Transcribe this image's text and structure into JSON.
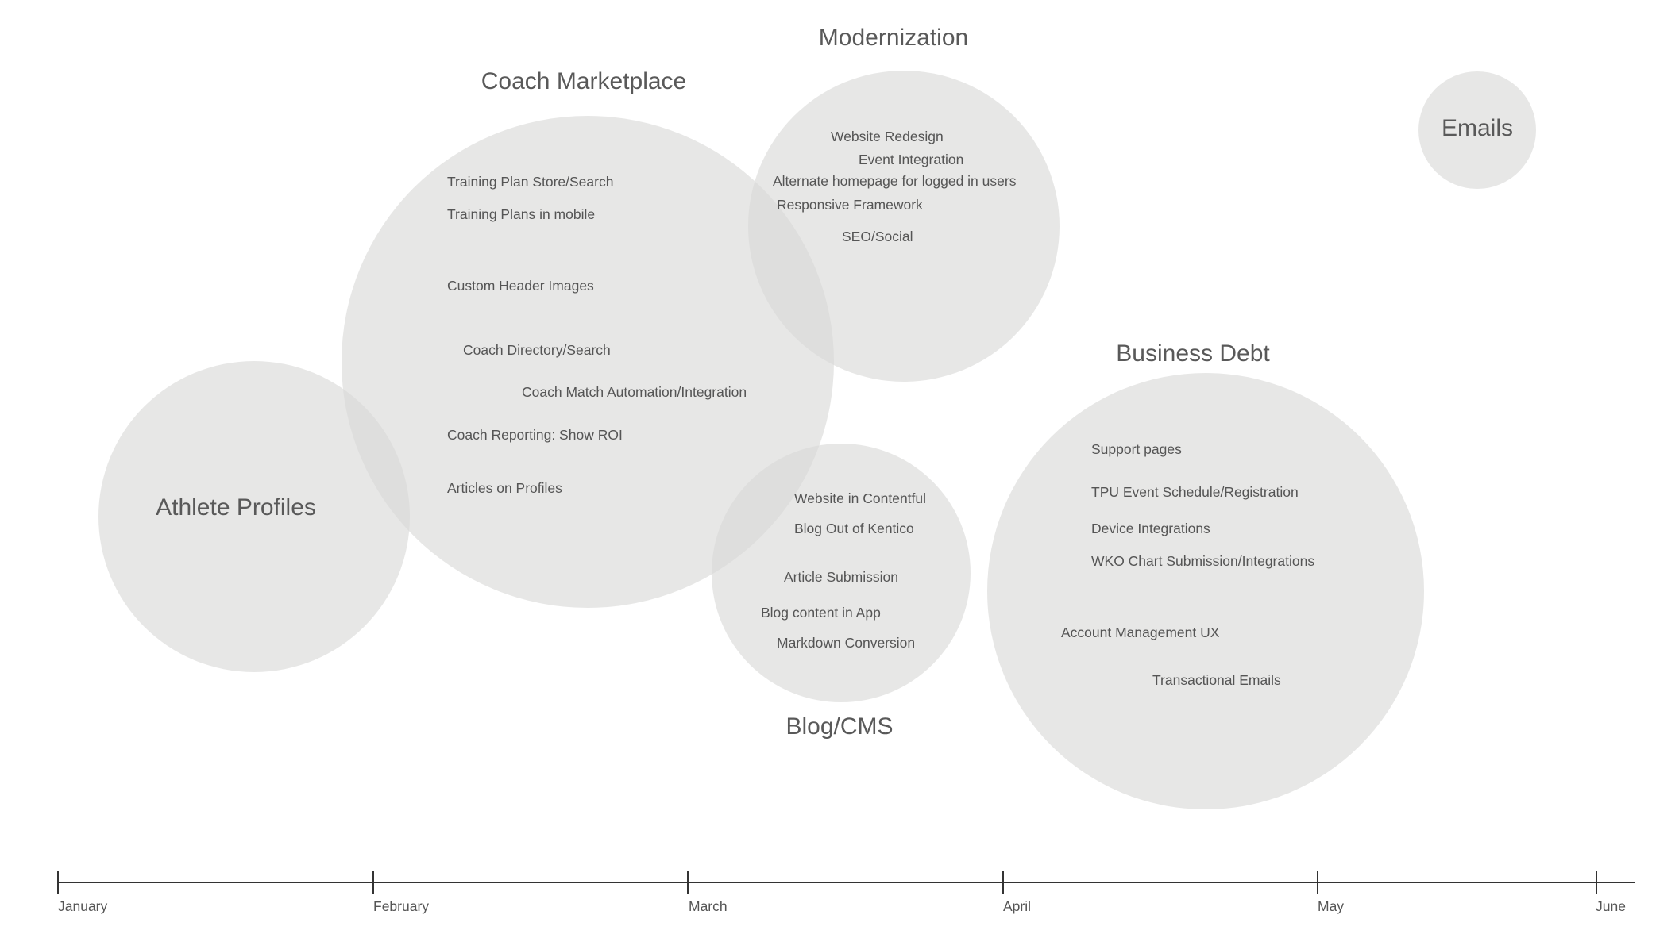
{
  "groups": [
    {
      "id": "athlete-profiles",
      "title": "Athlete Profiles",
      "items": []
    },
    {
      "id": "coach-marketplace",
      "title": "Coach Marketplace",
      "items": [
        "Training Plan Store/Search",
        "Training Plans in mobile",
        "Custom Header Images",
        "Coach Directory/Search",
        "Coach Match Automation/Integration",
        "Coach Reporting: Show ROI",
        "Articles on Profiles"
      ]
    },
    {
      "id": "modernization",
      "title": "Modernization",
      "items": [
        "Website Redesign",
        "Event Integration",
        "Alternate homepage for logged in users",
        "Responsive Framework",
        "SEO/Social"
      ]
    },
    {
      "id": "blog-cms",
      "title": "Blog/CMS",
      "items": [
        "Website in Contentful",
        "Blog Out of Kentico",
        "Article Submission",
        "Blog content in App",
        "Markdown Conversion"
      ]
    },
    {
      "id": "business-debt",
      "title": "Business Debt",
      "items": [
        "Support pages",
        "TPU Event Schedule/Registration",
        "Device Integrations",
        "WKO Chart Submission/Integrations",
        "Account Management UX",
        "Transactional Emails"
      ]
    },
    {
      "id": "emails",
      "title": "Emails",
      "items": []
    }
  ],
  "timeline": {
    "months": [
      "January",
      "February",
      "March",
      "April",
      "May",
      "June"
    ]
  },
  "colors": {
    "bubble_fill": "#d9d9d7",
    "text": "#555555",
    "title": "#595959",
    "axis": "#333333"
  }
}
